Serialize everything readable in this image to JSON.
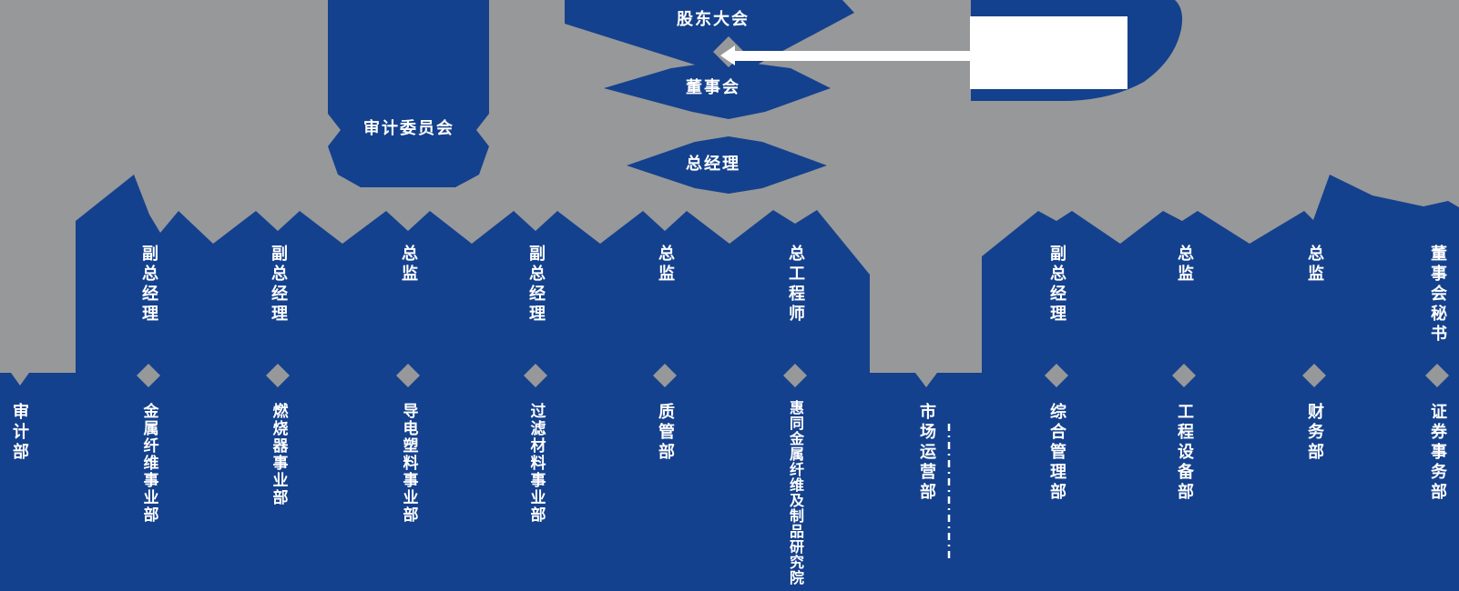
{
  "colors": {
    "blue": "#14418D",
    "gray": "#97989A",
    "text": "#FFFFFF"
  },
  "hierarchy": {
    "shareholders": "股东大会",
    "board": "董事会",
    "general_manager": "总经理",
    "audit_committee": "审计委员会"
  },
  "audit_branch": {
    "dept": "审计部"
  },
  "columns": [
    {
      "role": "副总经理",
      "dept": "金属纤维事业部"
    },
    {
      "role": "副总经理",
      "dept": "燃烧器事业部"
    },
    {
      "role": "总监",
      "dept": "导电塑料事业部"
    },
    {
      "role": "副总经理",
      "dept": "过滤材料事业部"
    },
    {
      "role": "总监",
      "dept": "质管部"
    },
    {
      "role": "总工程师",
      "dept": "惠同金属纤维及制品研究院"
    },
    {
      "role": "",
      "dept": "市场运营部"
    },
    {
      "role": "副总经理",
      "dept": "综合管理部"
    },
    {
      "role": "总监",
      "dept": "工程设备部"
    },
    {
      "role": "总监",
      "dept": "财务部"
    },
    {
      "role": "董事会秘书",
      "dept": "证券事务部"
    }
  ]
}
